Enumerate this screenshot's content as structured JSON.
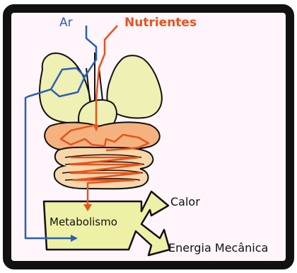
{
  "labels": {
    "ar": "Ar",
    "nutrientes": "Nutrientes",
    "metabolismo": "Metabolismo",
    "calor": "Calor",
    "energia_mecanica": "Energia Mecânica"
  },
  "colors": {
    "frame": "#111111",
    "background": "#fff5fb",
    "lungs_fill": "#eef0b4",
    "digestive_fill": "#f5b27e",
    "intestine_fill": "#f8d7ab",
    "box_fill": "#eef0a6",
    "air_path": "#2a5fb5",
    "nutrient_path": "#e8531d",
    "outline": "#111111"
  }
}
